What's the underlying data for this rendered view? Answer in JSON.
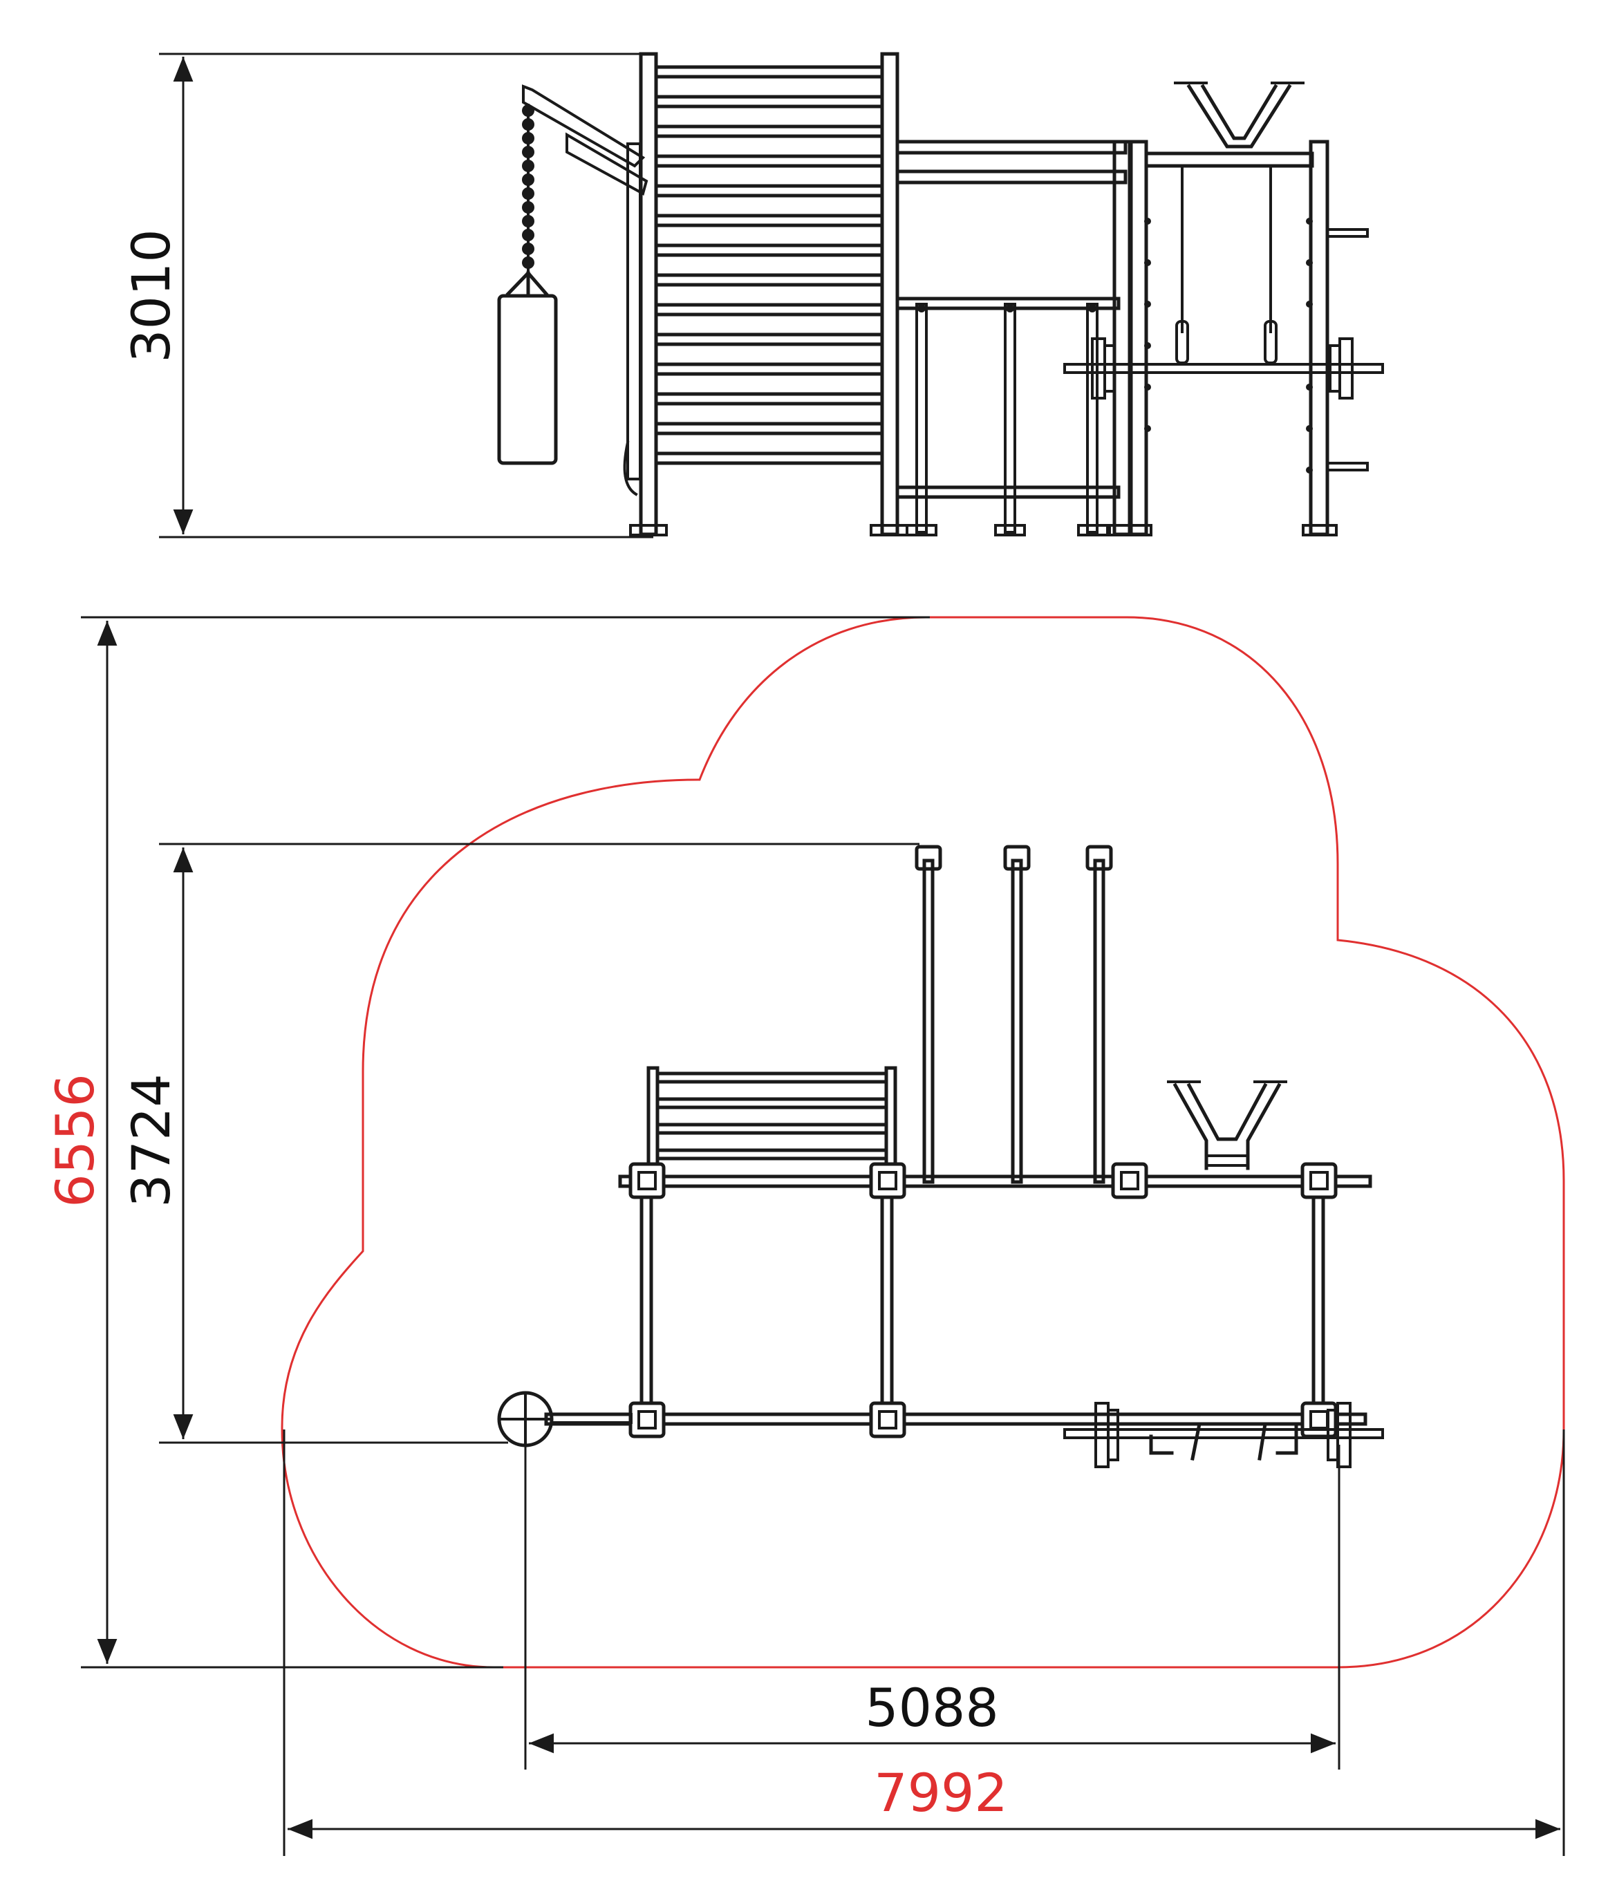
{
  "dimensions": {
    "height_elevation": "3010",
    "zone_depth": "6556",
    "equipment_depth": "3724",
    "equipment_width": "5088",
    "zone_width": "7992"
  },
  "colors": {
    "line": "#1a1a1a",
    "safety_zone": "#e03030",
    "background": "#ffffff"
  }
}
